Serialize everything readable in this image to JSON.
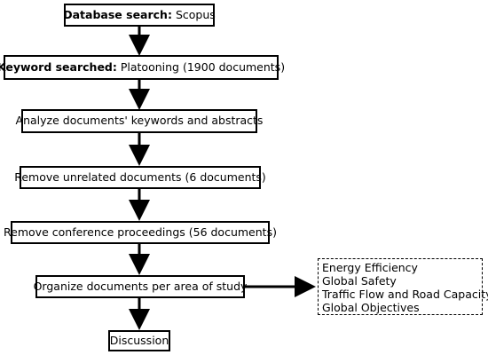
{
  "steps": {
    "database": {
      "label": "Database search:",
      "value": "Scopus"
    },
    "keyword": {
      "label": "Keyword searched:",
      "value": "Platooning (1900 documents)"
    },
    "analyze": "Analyze documents' keywords and abstracts",
    "remove_unrelated": "Remove unrelated documents (6 documents)",
    "remove_conference": "Remove conference proceedings (56 documents)",
    "organize": "Organize documents per area of study",
    "discussion": "Discussion"
  },
  "areas": [
    "Energy Efficiency",
    "Global Safety",
    "Traffic Flow and Road Capacity",
    "Global Objectives"
  ]
}
